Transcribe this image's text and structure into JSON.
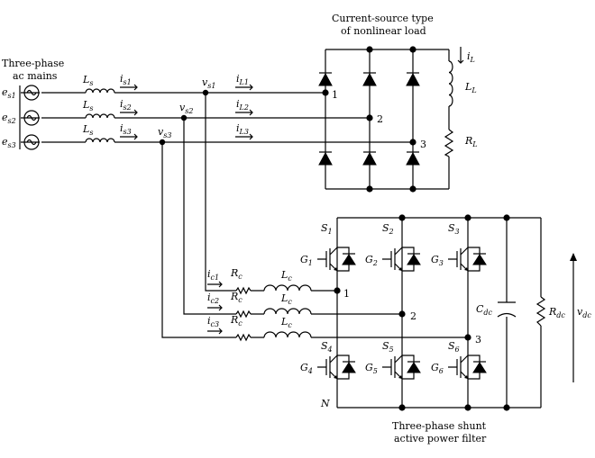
{
  "labels": {
    "mains_title_1": "Three-phase",
    "mains_title_2": "ac mains",
    "load_title_1": "Current-source type",
    "load_title_2": "of nonlinear load",
    "filter_title_1": "Three-phase shunt",
    "filter_title_2": "active power filter",
    "source_phases": [
      {
        "name": "e",
        "sub": "s1"
      },
      {
        "name": "e",
        "sub": "s2"
      },
      {
        "name": "e",
        "sub": "s3"
      }
    ],
    "source_inductance": {
      "name": "L",
      "sub": "s"
    },
    "source_currents": [
      {
        "name": "i",
        "sub": "s1"
      },
      {
        "name": "i",
        "sub": "s2"
      },
      {
        "name": "i",
        "sub": "s3"
      }
    ],
    "pcc_voltages": [
      {
        "name": "v",
        "sub": "s1"
      },
      {
        "name": "v",
        "sub": "s2"
      },
      {
        "name": "v",
        "sub": "s3"
      }
    ],
    "load_currents": [
      {
        "name": "i",
        "sub": "L1"
      },
      {
        "name": "i",
        "sub": "L2"
      },
      {
        "name": "i",
        "sub": "L3"
      }
    ],
    "load_nodes": [
      "1",
      "2",
      "3"
    ],
    "filter_nodes": [
      "1",
      "2",
      "3"
    ],
    "iL": {
      "name": "i",
      "sub": "L"
    },
    "LL": {
      "name": "L",
      "sub": "L"
    },
    "RL": {
      "name": "R",
      "sub": "L"
    },
    "filter_currents": [
      {
        "name": "i",
        "sub": "c1"
      },
      {
        "name": "i",
        "sub": "c2"
      },
      {
        "name": "i",
        "sub": "c3"
      }
    ],
    "Rc": {
      "name": "R",
      "sub": "c"
    },
    "Lc": {
      "name": "L",
      "sub": "c"
    },
    "switches": [
      {
        "name": "S",
        "sub": "1"
      },
      {
        "name": "S",
        "sub": "2"
      },
      {
        "name": "S",
        "sub": "3"
      },
      {
        "name": "S",
        "sub": "4"
      },
      {
        "name": "S",
        "sub": "5"
      },
      {
        "name": "S",
        "sub": "6"
      }
    ],
    "gates": [
      {
        "name": "G",
        "sub": "1"
      },
      {
        "name": "G",
        "sub": "2"
      },
      {
        "name": "G",
        "sub": "3"
      },
      {
        "name": "G",
        "sub": "4"
      },
      {
        "name": "G",
        "sub": "5"
      },
      {
        "name": "G",
        "sub": "6"
      }
    ],
    "Cdc": {
      "name": "C",
      "sub": "dc"
    },
    "Rdc": {
      "name": "R",
      "sub": "dc"
    },
    "vdc": {
      "name": "v",
      "sub": "dc"
    },
    "neutral": "N"
  }
}
